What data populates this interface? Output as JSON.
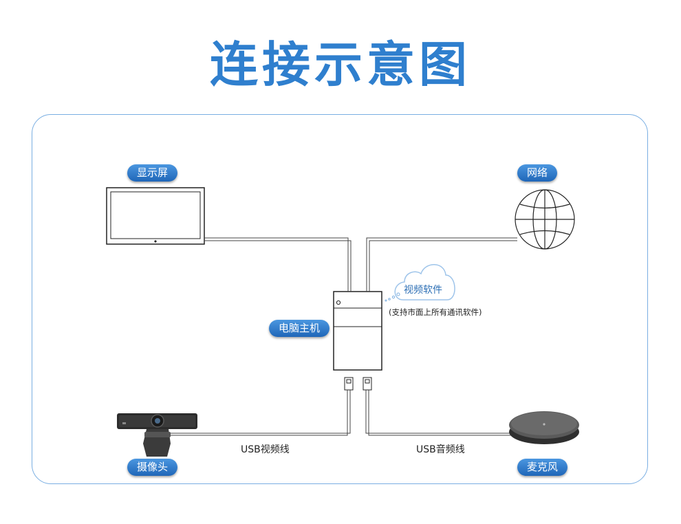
{
  "title": "连接示意图",
  "devices": {
    "monitor": "显示屏",
    "network": "网络",
    "computer": "电脑主机",
    "camera": "摄像头",
    "microphone": "麦克风"
  },
  "software": {
    "cloud_label": "视频软件",
    "note": "(支持市面上所有通讯软件)"
  },
  "cables": {
    "video": "USB视频线",
    "audio": "USB音频线"
  },
  "colors": {
    "title": "#2f7fce",
    "pill": "#1f66b8",
    "frame": "#79aee2"
  }
}
